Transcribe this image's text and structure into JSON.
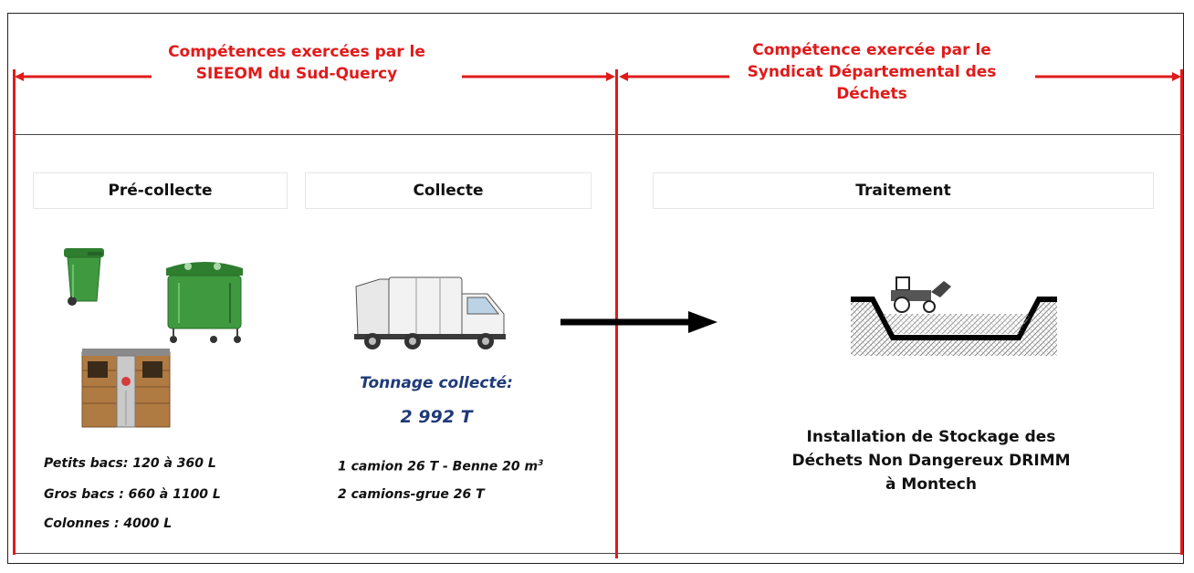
{
  "header": {
    "left_title": "Compétences exercées par le\nSIEEOM du Sud-Quercy",
    "right_title": "Compétence exercée par le\nSyndicat Départemental des\nDéchets"
  },
  "columns": {
    "precollecte": "Pré-collecte",
    "collecte": "Collecte",
    "traitement": "Traitement"
  },
  "precollecte_specs": [
    "Petits bacs: 120 à 360 L",
    "Gros bacs : 660 à 1100 L",
    "Colonnes : 4000 L"
  ],
  "collecte_info": {
    "tonnage_label": "Tonnage collecté:",
    "tonnage_value": "2 992 T",
    "fleet_line1_main": "1 camion 26 T - Benne 20 m",
    "fleet_line1_sup": "3",
    "fleet_line2": "2 camions-grue 26 T"
  },
  "traitement_info": {
    "facility": "Installation de Stockage des\nDéchets Non Dangereux DRIMM\nà Montech"
  },
  "colors": {
    "accent_red": "#e01b1b",
    "text_blue": "#1f3a78",
    "bin_green": "#3f9a3f"
  },
  "icons": [
    "small-bin-icon",
    "large-container-icon",
    "column-container-icon",
    "garbage-truck-icon",
    "landfill-icon",
    "arrow-right-icon"
  ]
}
